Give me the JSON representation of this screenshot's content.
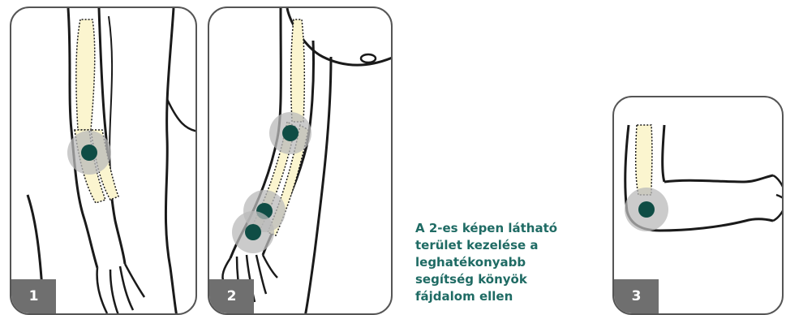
{
  "panels": [
    {
      "number": "1"
    },
    {
      "number": "2"
    },
    {
      "number": "3"
    }
  ],
  "caption": {
    "lines": [
      "A 2-es képen látható",
      "terület kezelése a",
      "leghatékonyabb",
      "segítség könyök",
      "fájdalom ellen"
    ]
  },
  "colors": {
    "outline": "#1a1a1a",
    "bone_fill": "#fbf5cf",
    "point": "#0f4d45",
    "point_halo": "#b9b9b9",
    "badge": "#6f6f6f",
    "caption": "#1f6b64"
  }
}
